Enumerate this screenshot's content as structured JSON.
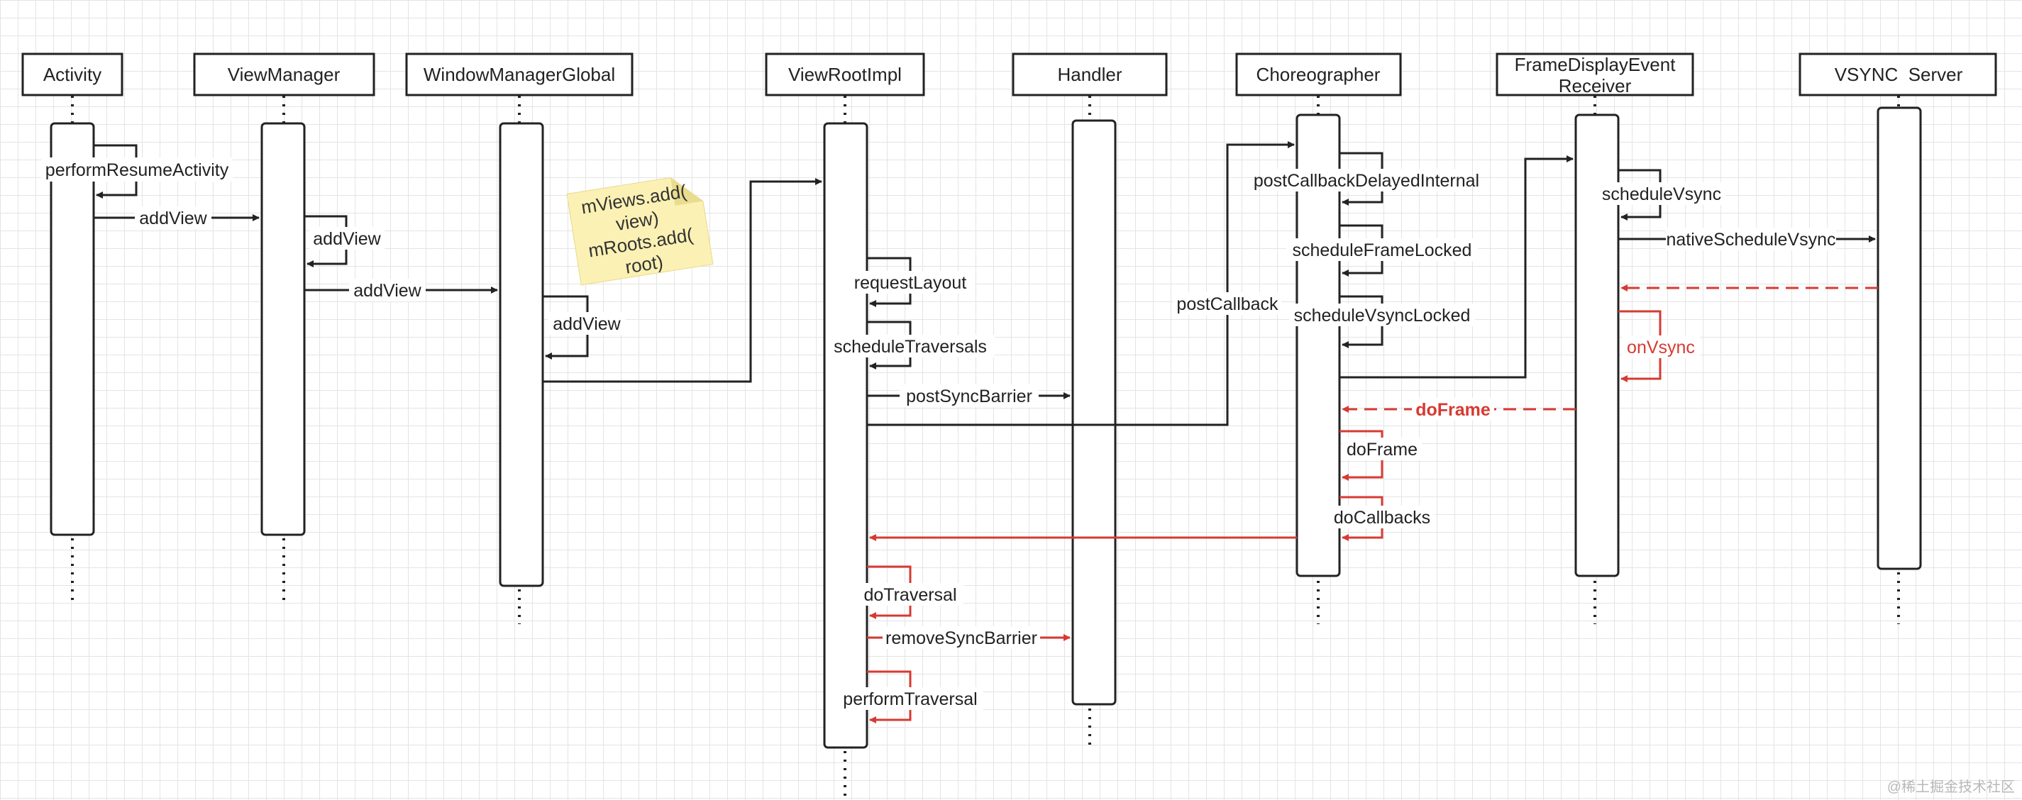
{
  "participants": [
    {
      "id": "activity",
      "label": "Activity"
    },
    {
      "id": "viewmanager",
      "label": "ViewManager"
    },
    {
      "id": "wmglobal",
      "label": "WindowManagerGlobal"
    },
    {
      "id": "viewrootimpl",
      "label": "ViewRootImpl"
    },
    {
      "id": "handler",
      "label": "Handler"
    },
    {
      "id": "choreographer",
      "label": "Choreographer"
    },
    {
      "id": "fder",
      "label_line1": "FrameDisplayEvent",
      "label_line2": "Receiver"
    },
    {
      "id": "vsync",
      "label": "VSYNC  Server"
    }
  ],
  "messages": {
    "perform_resume_activity": "performResumeActivity",
    "add_view_1": "addView",
    "add_view_2": "addView",
    "add_view_3": "addView",
    "add_view_4": "addView",
    "request_layout": "requestLayout",
    "schedule_traversals": "scheduleTraversals",
    "post_sync_barrier": "postSyncBarrier",
    "post_callback": "postCallback",
    "post_callback_delayed_internal": "postCallbackDelayedInternal",
    "schedule_frame_locked": "scheduleFrameLocked",
    "schedule_vsync_locked": "scheduleVsyncLocked",
    "schedule_vsync": "scheduleVsync",
    "native_schedule_vsync": "nativeScheduleVsync",
    "on_vsync": "onVsync",
    "do_frame_bold": "doFrame",
    "do_frame": "doFrame",
    "do_callbacks": "doCallbacks",
    "do_traversal": "doTraversal",
    "remove_sync_barrier": "removeSyncBarrier",
    "perform_traversal": "performTraversal"
  },
  "note": {
    "line1": "mViews.add(",
    "line2": "view)",
    "line3": "mRoots.add(",
    "line4": "root)"
  },
  "watermark": "@稀土掘金技术社区",
  "colors": {
    "line": "#222222",
    "red": "#d63a32",
    "note_fill": "#fbf1b4",
    "grid": "#e4e4e4"
  }
}
